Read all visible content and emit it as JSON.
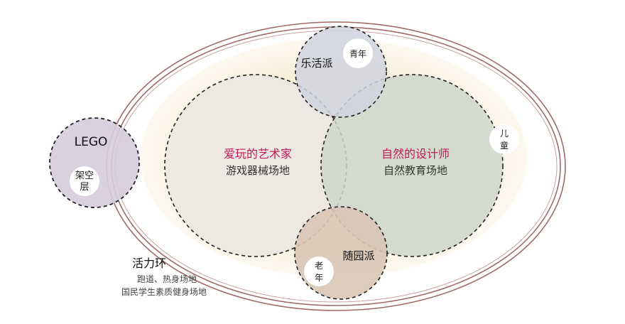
{
  "zones": {
    "lego": {
      "title": "LEGO",
      "sub_line1": "架空",
      "sub_line2": "层"
    },
    "youth": {
      "label": "乐活派",
      "badge": "青年"
    },
    "art": {
      "title": "爱玩的艺术家",
      "subtitle": "游戏器械场地"
    },
    "nature": {
      "title": "自然的设计师",
      "subtitle": "自然教育场地"
    },
    "elder": {
      "label": "随园派",
      "badge_line1": "老",
      "badge_line2": "年"
    },
    "children": {
      "line1": "儿",
      "line2": "童"
    }
  },
  "vitality_ring": {
    "title": "活力环",
    "line1": "跑道、热身场地",
    "line2": "国民学生素质健身场地"
  },
  "colors": {
    "accent_pink": "#c2185b",
    "ring_line": "#a06a6a",
    "children_fill": "#f8f0de",
    "art_fill": "#ece7e1",
    "nature_fill": "#d3d9cf",
    "lego_fill": "#d5ccdc",
    "youth_fill": "#d3d6e0",
    "elder_fill": "#dccbbd"
  }
}
